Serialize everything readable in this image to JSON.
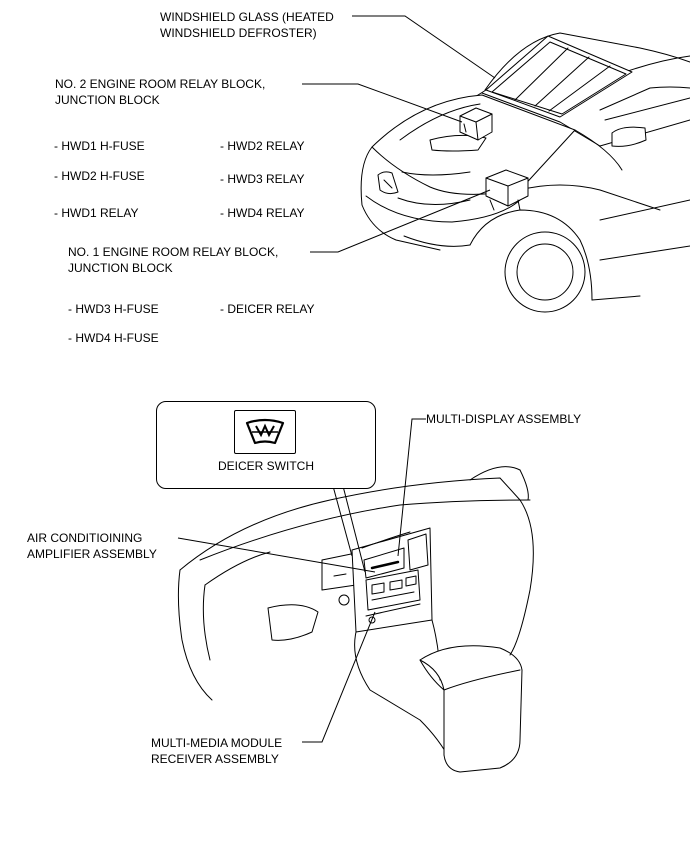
{
  "labels": {
    "windshield": "WINDSHIELD GLASS (HEATED\nWINDSHIELD DEFROSTER)",
    "no2_block": "NO. 2 ENGINE ROOM RELAY BLOCK,\nJUNCTION BLOCK",
    "no1_block": "NO. 1 ENGINE ROOM RELAY BLOCK,\nJUNCTION BLOCK",
    "multi_display": "MULTI-DISPLAY ASSEMBLY",
    "air_cond": "AIR CONDITIOINING\nAMPLIFIER ASSEMBLY",
    "multimedia": "MULTI-MEDIA MODULE\nRECEIVER ASSEMBLY",
    "deicer_switch": "DEICER SWITCH"
  },
  "no2_items": {
    "left": [
      "- HWD1 H-FUSE",
      "- HWD2 H-FUSE",
      "- HWD1 RELAY"
    ],
    "right": [
      "- HWD2 RELAY",
      "- HWD3 RELAY",
      "- HWD4 RELAY"
    ]
  },
  "no1_items": {
    "left": [
      "- HWD3 H-FUSE",
      "- HWD4 H-FUSE"
    ],
    "right": [
      "- DEICER RELAY"
    ]
  },
  "icons": {
    "deicer_symbol": "windshield-deicer-icon"
  }
}
